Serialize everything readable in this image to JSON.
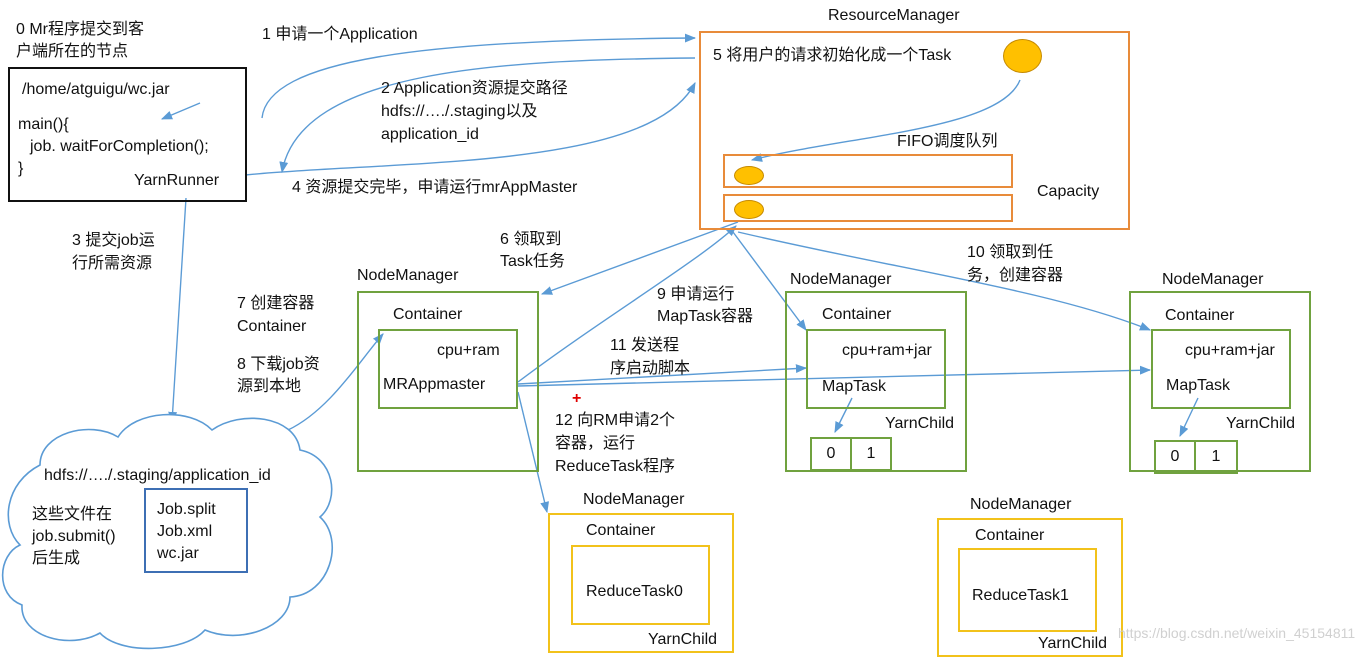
{
  "client": {
    "caption_line1": "0 Mr程序提交到客",
    "caption_line2": "户端所在的节点",
    "jar_path": "/home/atguigu/wc.jar",
    "code_line1": "main(){",
    "code_line2": "job. waitForCompletion();",
    "code_line3": "}",
    "yarn_runner": "YarnRunner"
  },
  "steps": {
    "s1": "1 申请一个Application",
    "s2_line1": "2 Application资源提交路径",
    "s2_line2": "hdfs://…./.staging以及",
    "s2_line3": "application_id",
    "s3_line1": "3 提交job运",
    "s3_line2": "行所需资源",
    "s4": "4 资源提交完毕，申请运行mrAppMaster",
    "s5": "5 将用户的请求初始化成一个Task",
    "s6_line1": "6 领取到",
    "s6_line2": "Task任务",
    "s7_line1": "7 创建容器",
    "s7_line2": "Container",
    "s8_line1": "8 下载job资",
    "s8_line2": "源到本地",
    "s9_line1": "9 申请运行",
    "s9_line2": "MapTask容器",
    "s10_line1": "10 领取到任",
    "s10_line2": "务，创建容器",
    "s11_line1": "11 发送程",
    "s11_line2": "序启动脚本",
    "s12_line1": "12 向RM申请2个",
    "s12_line2": "容器，运行",
    "s12_line3": "ReduceTask程序"
  },
  "resource_manager": {
    "title": "ResourceManager",
    "fifo": "FIFO调度队列",
    "capacity": "Capacity"
  },
  "hdfs": {
    "path": "hdfs://…./.staging/application_id",
    "note_line1": "这些文件在",
    "note_line2": "job.submit()",
    "note_line3": "后生成",
    "files": [
      "Job.split",
      "Job.xml",
      "wc.jar"
    ]
  },
  "nm_master": {
    "title": "NodeManager",
    "container": "Container",
    "resources": "cpu+ram",
    "app": "MRAppmaster"
  },
  "nm_map1": {
    "title": "NodeManager",
    "container": "Container",
    "resources": "cpu+ram+jar",
    "task": "MapTask",
    "child": "YarnChild",
    "cells": [
      "0",
      "1"
    ]
  },
  "nm_map2": {
    "title": "NodeManager",
    "container": "Container",
    "resources": "cpu+ram+jar",
    "task": "MapTask",
    "child": "YarnChild",
    "cells": [
      "0",
      "1"
    ]
  },
  "nm_reduce0": {
    "title": "NodeManager",
    "container": "Container",
    "task": "ReduceTask0",
    "child": "YarnChild"
  },
  "nm_reduce1": {
    "title": "NodeManager",
    "container": "Container",
    "task": "ReduceTask1",
    "child": "YarnChild"
  },
  "marker": "+",
  "watermark": "https://blog.csdn.net/weixin_45154811",
  "colors": {
    "arrow": "#5b9bd5",
    "client_border": "#111111",
    "rm_border": "#e88b3a",
    "map_border": "#70a23f",
    "reduce_border": "#f2c21b",
    "files_border": "#3d6fb4",
    "task_dot": "#ffc000",
    "marker": "#e00000"
  }
}
